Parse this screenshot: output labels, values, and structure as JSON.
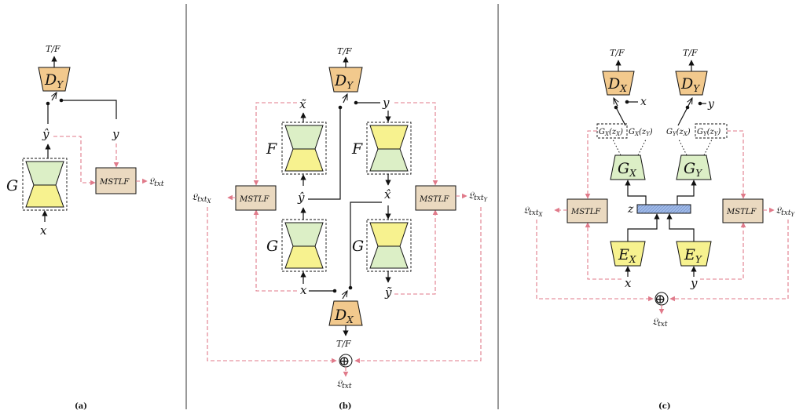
{
  "colors": {
    "discriminator": "#f2c98d",
    "mstlf": "#ead9c0",
    "green": "#dcefc6",
    "yellow": "#f7f28f",
    "latent": "#9fb9e8",
    "loss_arrow": "#e07a8a"
  },
  "panel_a": {
    "caption": "(a)",
    "tf": "T/F",
    "d_label": "D",
    "d_sub": "Y",
    "g_label": "G",
    "yhat": "ŷ",
    "y": "y",
    "x": "x",
    "mstlf": "MSTLF",
    "loss": "𝔏",
    "loss_sub": "txt"
  },
  "panel_b": {
    "caption": "(b)",
    "tf_top": "T/F",
    "tf_bottom": "T/F",
    "dy_label": "D",
    "dy_sub": "Y",
    "dx_label": "D",
    "dx_sub": "X",
    "f_left": "F",
    "f_right": "F",
    "g_left": "G",
    "g_right": "G",
    "xtilde": "x̃",
    "yhat": "ŷ",
    "y": "y",
    "xhat": "x̂",
    "x": "x",
    "ytilde": "ỹ",
    "mstlf_left": "MSTLF",
    "mstlf_right": "MSTLF",
    "loss_left": "𝔏",
    "loss_left_sub": "txt",
    "loss_left_subsub": "X",
    "loss_right": "𝔏",
    "loss_right_sub": "txt",
    "loss_right_subsub": "Y",
    "loss_total": "𝔏",
    "loss_total_sub": "txt",
    "oplus": "⊕"
  },
  "panel_c": {
    "caption": "(c)",
    "tf_left": "T/F",
    "tf_right": "T/F",
    "dx_label": "D",
    "dx_sub": "X",
    "dy_label": "D",
    "dy_sub": "Y",
    "x_top": "x",
    "y_top": "y",
    "gxzx": "G",
    "gxzx_sub": "X",
    "gxzx_arg": "(z",
    "gxzx_arg_sub": "X",
    "gxzy": "G",
    "gxzy_sub": "X",
    "gxzy_arg": "(z",
    "gxzy_arg_sub": "Y",
    "gyzx": "G",
    "gyzx_sub": "Y",
    "gyzx_arg": "(z",
    "gyzx_arg_sub": "X",
    "gyzy": "G",
    "gyzy_sub": "Y",
    "gyzy_arg": "(z",
    "gyzy_arg_sub": "Y",
    "close_paren": ")",
    "gx_label": "G",
    "gx_sub": "X",
    "gy_label": "G",
    "gy_sub": "Y",
    "z": "z",
    "ex_label": "E",
    "ex_sub": "X",
    "ey_label": "E",
    "ey_sub": "Y",
    "x_bottom": "x",
    "y_bottom": "y",
    "mstlf_left": "MSTLF",
    "mstlf_right": "MSTLF",
    "loss_left": "𝔏",
    "loss_left_sub": "txt",
    "loss_left_subsub": "X",
    "loss_right": "𝔏",
    "loss_right_sub": "txt",
    "loss_right_subsub": "Y",
    "loss_total": "𝔏",
    "loss_total_sub": "txt",
    "oplus": "⊕"
  }
}
